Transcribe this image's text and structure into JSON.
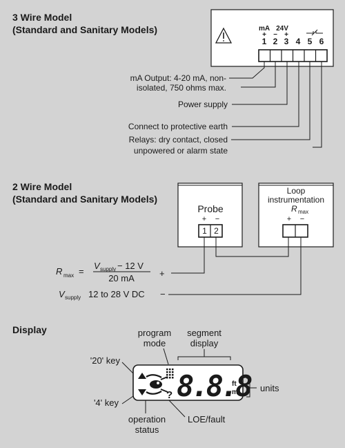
{
  "section_3wire": {
    "title_line1": "3 Wire Model",
    "title_line2": "(Standard and Sanitary Models)",
    "terminal_header": {
      "ma": "mA",
      "v24": "24V",
      "plus": "+",
      "minus": "−"
    },
    "terminals": [
      "1",
      "2",
      "3",
      "4",
      "5",
      "6"
    ],
    "labels": {
      "ma_output_l1": "mA Output: 4-20 mA, non-",
      "ma_output_l2": "isolated, 750 ohms max.",
      "power": "Power supply",
      "earth": "Connect to protective earth",
      "relays_l1": "Relays: dry contact, closed",
      "relays_l2": "unpowered or alarm state"
    }
  },
  "section_2wire": {
    "title_line1": "2 Wire Model",
    "title_line2": "(Standard and Sanitary Models)",
    "probe": {
      "label": "Probe",
      "plus": "+",
      "minus": "−",
      "t1": "1",
      "t2": "2"
    },
    "loop": {
      "label_l1": "Loop",
      "label_l2": "instrumentation",
      "r": "R",
      "r_sub": "max",
      "plus": "+",
      "minus": "−"
    },
    "formula": {
      "r": "R",
      "r_sub": "max",
      "eq": "=",
      "v": "V",
      "v_sub": "supply",
      "num_rest": " − 12 V",
      "den": "20 mA",
      "plus": "+"
    },
    "supply": {
      "v": "V",
      "v_sub": "supply",
      "range": "12 to 28 V DC",
      "minus": "−"
    }
  },
  "section_display": {
    "title": "Display",
    "labels": {
      "program_l1": "program",
      "program_l2": "mode",
      "segment_l1": "segment",
      "segment_l2": "display",
      "key20": "'20' key",
      "key4": "'4' key",
      "units": "units",
      "operation_l1": "operation",
      "operation_l2": "status",
      "loe": "LOE/fault"
    },
    "lcd": {
      "digits": "8.8.8",
      "unit_top": "ft",
      "unit_bottom": "m",
      "fault": "?"
    }
  }
}
